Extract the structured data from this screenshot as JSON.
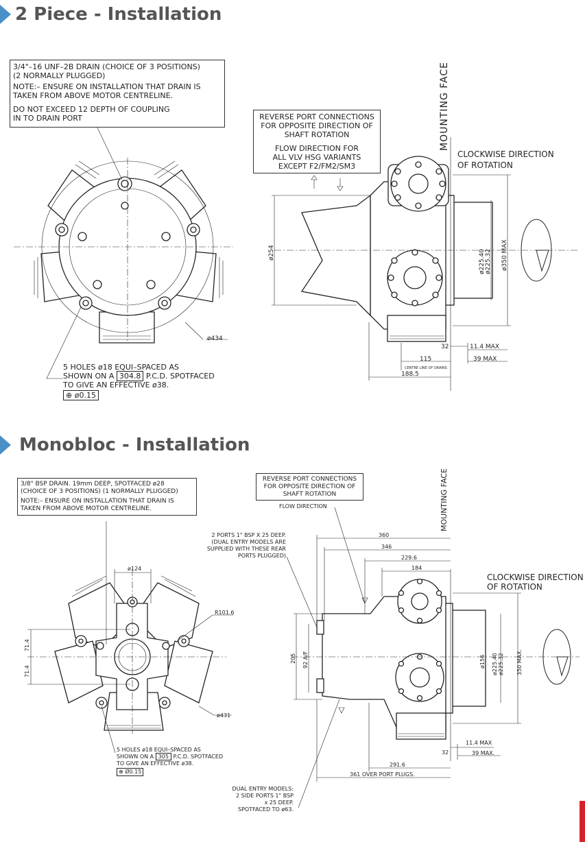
{
  "section1": {
    "title": "2 Piece - Installation",
    "drain_note": {
      "line1": "3/4\"–16 UNF–2B DRAIN (CHOICE OF 3 POSITIONS)",
      "line2": "(2 NORMALLY PLUGGED)",
      "line3": "NOTE:– ENSURE ON INSTALLATION THAT DRAIN IS",
      "line4": "TAKEN FROM ABOVE MOTOR CENTRELINE.",
      "line5": "DO NOT EXCEED 12 DEPTH OF COUPLING",
      "line6": "IN TO DRAIN PORT"
    },
    "reverse_note": {
      "line1": "REVERSE PORT CONNECTIONS",
      "line2": "FOR OPPOSITE DIRECTION OF",
      "line3": "SHAFT ROTATION",
      "line4": "FLOW DIRECTION FOR",
      "line5": "ALL VLV HSG VARIANTS",
      "line6": "EXCEPT F2/FM2/SM3"
    },
    "mounting_face": "MOUNTING FACE",
    "rotation": {
      "line1": "CLOCKWISE DIRECTION",
      "line2": "OF ROTATION"
    },
    "holes_note": {
      "line1": "5 HOLES ø18 EQUI–SPACED AS",
      "line2a": "SHOWN ON A",
      "line2b": "304.8",
      "line2c": "P.C.D. SPOTFACED",
      "line3": "TO GIVE AN EFFECTIVE ø38.",
      "tolerance": "ø0.15"
    },
    "dims": {
      "d434": "ø434",
      "d254": "ø254",
      "d225_40": "ø225.40",
      "d225_32": "ø225.32",
      "d350": "ø350 MAX",
      "d32": "32",
      "d11_4": "11.4 MAX",
      "d115": "115",
      "d39": "39 MAX",
      "centre_drains": "CENTRE LINE OF DRAINS",
      "d188_5": "188.5"
    }
  },
  "section2": {
    "title": "Monobloc - Installation",
    "drain_note": {
      "line1": "3/8\" BSP DRAIN. 19mm DEEP, SPOTFACED ø28",
      "line2": "(CHOICE OF 3 POSITIONS) (1 NORMALLY PLUGGED)",
      "line3": "NOTE:– ENSURE ON INSTALLATION THAT DRAIN IS",
      "line4": "TAKEN FROM ABOVE MOTOR CENTRELINE."
    },
    "reverse_note": {
      "line1": "REVERSE PORT CONNECTIONS",
      "line2": "FOR OPPOSITE DIRECTION OF",
      "line3": "SHAFT ROTATION"
    },
    "flow_direction": "FLOW DIRECTION",
    "mounting_face": "MOUNTING FACE",
    "ports_note": {
      "line1": "2 PORTS 1\" BSP X 25 DEEP.",
      "line2": "(DUAL ENTRY MODELS ARE",
      "line3": "SUPPLIED WITH THESE REAR",
      "line4": "PORTS PLUGGED)"
    },
    "rotation": {
      "line1": "CLOCKWISE DIRECTION",
      "line2": "OF ROTATION"
    },
    "holes_note": {
      "line1": "5 HOLES ø18 EQUI–SPACED AS",
      "line2a": "SHOWN ON A",
      "line2b": "305",
      "line2c": "P.C.D. SPOTFACED",
      "line3": "TO GIVE AN EFFECTIVE ø38.",
      "tolerance": "Ø0.15"
    },
    "dual_note": {
      "line1": "DUAL ENTRY MODELS:",
      "line2": "2 SIDE PORTS 1\" BSP",
      "line3": "x 25 DEEP.",
      "line4": "SPOTFACED TO ø63."
    },
    "dims": {
      "d124": "ø124",
      "r101_6": "R101.6",
      "d71_4a": "71.4",
      "d71_4b": "71.4",
      "d431": "ø431",
      "d360": "360",
      "d346": "346",
      "d229_6": "229.6",
      "d184": "184",
      "d205": "205",
      "d92": "92 A/F",
      "d156": "ø156",
      "d225_40": "ø225.40",
      "d225_32": "ø225.32",
      "d350": "350 MAX.",
      "d11_4": "11.4 MAX",
      "d32": "32",
      "d39": "39 MAX.",
      "d291_6": "291.6",
      "d361": "361 OVER PORT PLUGS."
    }
  }
}
